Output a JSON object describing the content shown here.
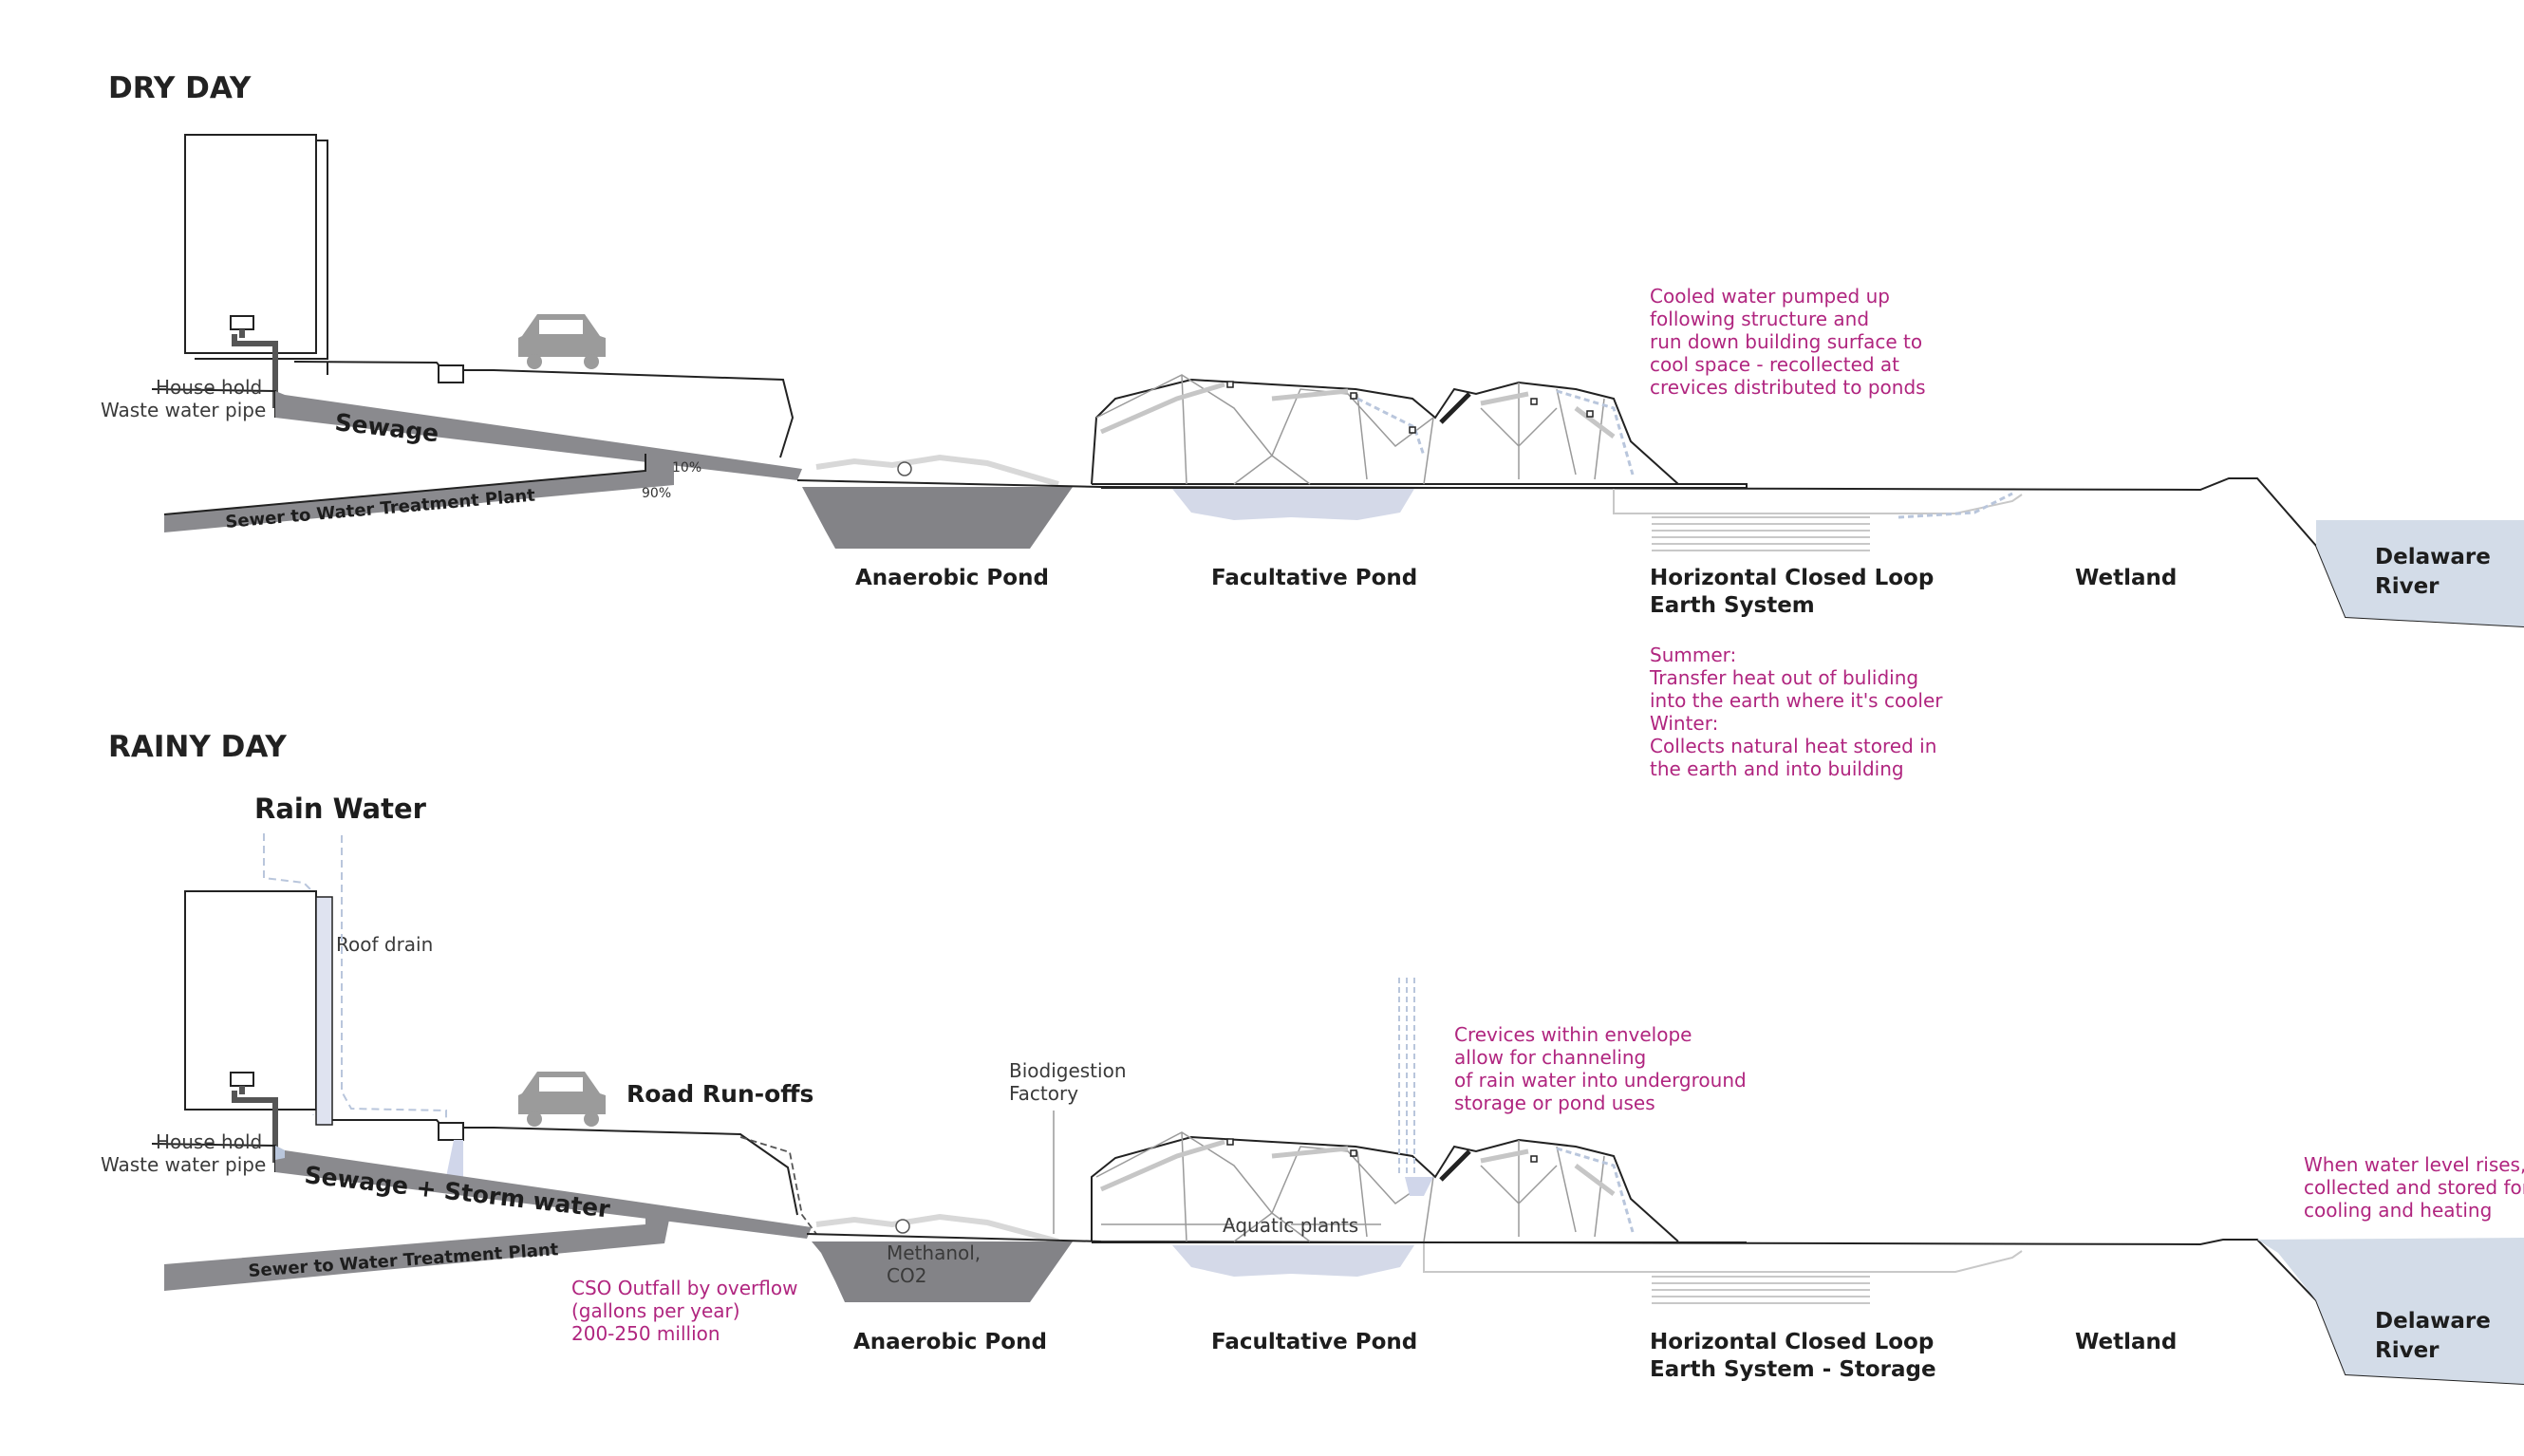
{
  "sections": {
    "dry": {
      "title": "DRY DAY",
      "household_l1": "House hold",
      "household_l2": "Waste water pipe",
      "sewage": "Sewage",
      "sewer_plant": "Sewer to Water Treatment Plant",
      "pct_top": "10%",
      "pct_bottom": "90%",
      "anaerobic": "Anaerobic Pond",
      "facultative": "Facultative Pond",
      "earth_l1": "Horizontal Closed Loop",
      "earth_l2": "Earth System",
      "wetland": "Wetland",
      "river_l1": "Delaware",
      "river_l2": "River",
      "note_cooled": [
        "Cooled water pumped up",
        "following structure and",
        "run down building surface to",
        "cool space - recollected at",
        "crevices distributed to ponds"
      ],
      "note_seasons": [
        "Summer:",
        "Transfer heat out of buliding",
        "into the earth where it's cooler",
        "Winter:",
        "Collects natural heat stored in",
        "the earth and into building"
      ]
    },
    "rainy": {
      "title": "RAINY DAY",
      "rain_water": "Rain Water",
      "roof_drain": "Roof drain",
      "road_runoffs": "Road Run-offs",
      "household_l1": "House hold",
      "household_l2": "Waste water pipe",
      "sewage_storm": "Sewage + Storm water",
      "sewer_plant": "Sewer to Water Treatment Plant",
      "cso": [
        "CSO Outfall by overflow",
        "(gallons per year)",
        "200-250 million"
      ],
      "biodigestion_l1": "Biodigestion",
      "biodigestion_l2": "Factory",
      "methanol_l1": "Methanol,",
      "methanol_l2": "CO2",
      "aquatic": "Aquatic plants",
      "anaerobic": "Anaerobic Pond",
      "facultative": "Facultative Pond",
      "earth_l1": "Horizontal Closed Loop",
      "earth_l2": "Earth System - Storage",
      "wetland": "Wetland",
      "river_l1": "Delaware",
      "river_l2": "River",
      "note_crevices": [
        "Crevices within envelope",
        "allow for channeling",
        "of rain water into underground",
        "storage or pond uses"
      ],
      "note_water_level": [
        "When water level rises,",
        "collected and stored for",
        "cooling and heating"
      ]
    }
  },
  "colors": {
    "sewage_fill": "#8a8a8e",
    "pond_fill": "#838387",
    "light_pond": "#d4d9e8",
    "river_fill": "#d3dce8",
    "accent_note": "#b0257f",
    "car": "#9b9b9b"
  }
}
